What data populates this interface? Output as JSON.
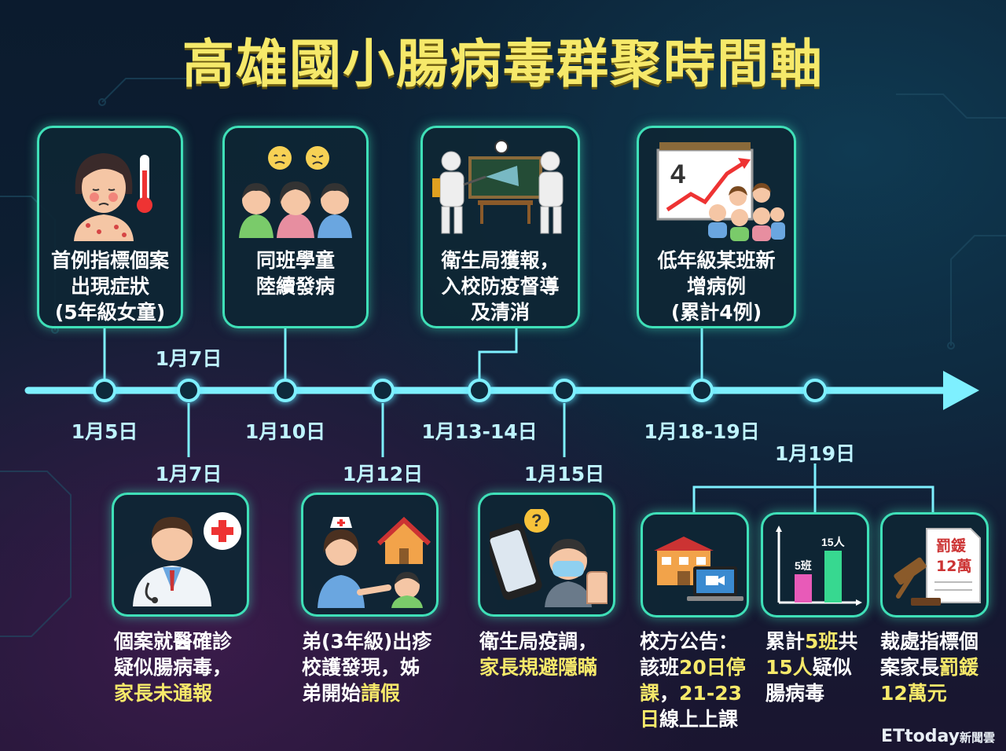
{
  "title": "高雄國小腸病毒群聚時間軸",
  "colors": {
    "accent": "#3fe0b8",
    "axis": "#7ef0ff",
    "highlight": "#f6e96a"
  },
  "top_events": [
    {
      "icon": "sick-girl-thermometer-icon",
      "lines": [
        "首例指標個案",
        "出現症狀",
        "(5年級女童)"
      ]
    },
    {
      "icon": "sick-classmates-icon",
      "lines": [
        "同班學童",
        "陸續發病"
      ]
    },
    {
      "icon": "disinfection-workers-icon",
      "lines": [
        "衛生局獲報，",
        "入校防疫督導",
        "及清消"
      ]
    },
    {
      "icon": "rising-cases-chart-icon",
      "lines": [
        "低年級某班新",
        "增病例",
        "(累計4例)"
      ]
    }
  ],
  "dates": {
    "d1": "1月5日",
    "d2a": "1月7日",
    "d2b": "1月7日",
    "d3": "1月10日",
    "d4": "1月12日",
    "d5": "1月13-14日",
    "d6": "1月15日",
    "d7": "1月18-19日",
    "d8": "1月19日"
  },
  "bottom_events": [
    {
      "icon": "doctor-icon",
      "lines": [
        [
          "個案就醫確診",
          ""
        ],
        [
          "疑似腸病毒，",
          ""
        ],
        [
          "",
          "家長未通報"
        ]
      ]
    },
    {
      "icon": "nurse-child-home-icon",
      "lines": [
        [
          "弟(3年級)出疹",
          ""
        ],
        [
          "校護發現，姊",
          ""
        ],
        [
          "弟開始",
          "請假"
        ]
      ]
    },
    {
      "icon": "phone-masked-person-icon",
      "lines": [
        [
          "衛生局疫調，",
          ""
        ],
        [
          "",
          "家長規避隱瞞"
        ]
      ]
    },
    {
      "icon": "school-online-class-icon",
      "lines": [
        [
          "校方公告：",
          ""
        ],
        [
          "該班",
          "20日停"
        ],
        [
          "",
          "課"
        ],
        [
          "，",
          "21-23"
        ],
        [
          "",
          "日"
        ],
        [
          "線上上課",
          ""
        ]
      ]
    },
    {
      "icon": "cases-bar-chart-icon",
      "chart": {
        "label_a": "5班",
        "label_b": "15人"
      },
      "lines": [
        [
          "累計",
          "5班"
        ],
        [
          "共",
          ""
        ],
        [
          "",
          "15人"
        ],
        [
          "疑似",
          ""
        ],
        [
          "腸病毒",
          ""
        ]
      ]
    },
    {
      "icon": "gavel-fine-document-icon",
      "doc": [
        "罰鍰",
        "12萬"
      ],
      "lines": [
        [
          "裁處指標個",
          ""
        ],
        [
          "案家長",
          "罰鍰"
        ],
        [
          "",
          "12萬元"
        ]
      ]
    }
  ],
  "desc_text": {
    "b1": [
      "個案就醫確診",
      "疑似腸病毒，",
      "家長未通報"
    ],
    "b2_l1": "弟(3年級)出疹",
    "b2_l2": "校護發現，姊",
    "b2_l3a": "弟開始",
    "b2_l3b": "請假",
    "b3_l1": "衛生局疫調，",
    "b3_l2": "家長規避隱瞞",
    "b4_l1": "校方公告：",
    "b4_l2a": "該班",
    "b4_l2b": "20日停",
    "b4_l3a": "課",
    "b4_l3b": "，",
    "b4_l3c": "21-23",
    "b4_l4a": "日",
    "b4_l4b": "線上上課",
    "b5_l1a": "累計",
    "b5_l1b": "5班",
    "b5_l1c": "共",
    "b5_l2a": "15人",
    "b5_l2b": "疑似",
    "b5_l3": "腸病毒",
    "b6_l1": "裁處指標個",
    "b6_l2a": "案家長",
    "b6_l2b": "罰鍰",
    "b6_l3": "12萬元"
  },
  "chart_labels": {
    "a": "5班",
    "b": "15人"
  },
  "fine_doc": {
    "l1": "罰鍰",
    "l2": "12萬"
  },
  "logo": {
    "brand": "ETtoday",
    "suffix": "新聞雲"
  }
}
